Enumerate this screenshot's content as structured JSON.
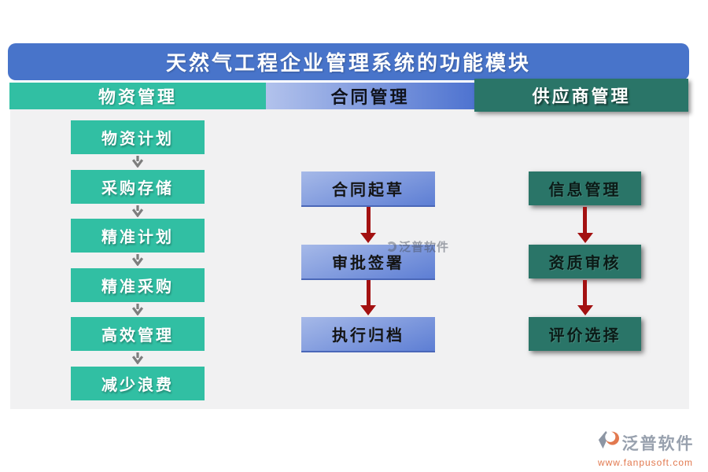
{
  "title": "天然气工程企业管理系统的功能模块",
  "columns": [
    {
      "id": "materials",
      "header": "物资管理",
      "items": [
        "物资计划",
        "采购存储",
        "精准计划",
        "精准采购",
        "高效管理",
        "减少浪费"
      ],
      "arrow": "gray"
    },
    {
      "id": "contract",
      "header": "合同管理",
      "items": [
        "合同起草",
        "审批签署",
        "执行归档"
      ],
      "arrow": "red"
    },
    {
      "id": "supplier",
      "header": "供应商管理",
      "items": [
        "信息管理",
        "资质审核",
        "评价选择"
      ],
      "arrow": "red"
    }
  ],
  "watermark": {
    "text": "泛普软件"
  },
  "logo": {
    "name": "泛普软件",
    "url": "www.fanpusoft.com"
  },
  "colors": {
    "banner_blue": "#4874ca",
    "teal": "#31bfa3",
    "dark_teal": "#2a7568",
    "header_blue_light": "#b2c2ec",
    "header_blue_dark": "#4e73d0",
    "box_blue_light": "#a6b9e8",
    "box_blue_dark": "#5d7ed4",
    "arrow_red": "#a31111",
    "arrow_gray": "#7d7d7d",
    "content_bg": "#f1f1f2",
    "logo_gray": "#98a1ae",
    "logo_orange": "#e2794f"
  }
}
